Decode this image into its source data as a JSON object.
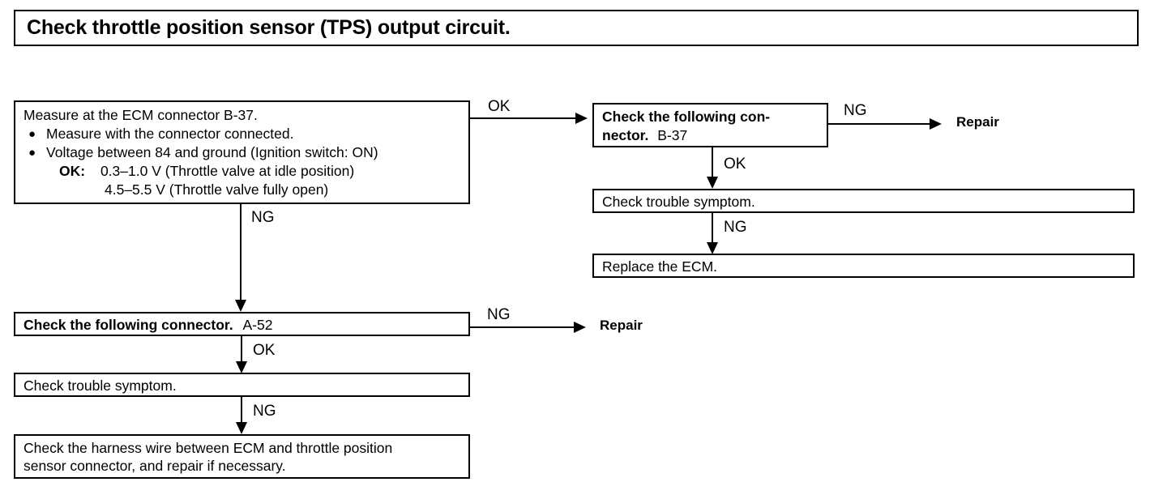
{
  "title": {
    "text": "Check throttle position sensor (TPS) output circuit."
  },
  "boxes": {
    "measure": {
      "heading": "Measure at the ECM connector B-37.",
      "bullet1": "Measure with the connector connected.",
      "bullet2": "Voltage between 84 and ground (Ignition switch: ON)",
      "ok_label": "OK:",
      "ok_value1": "0.3–1.0 V (Throttle valve at idle position)",
      "ok_value2": "4.5–5.5 V (Throttle valve fully open)",
      "bullet_glyph": "●"
    },
    "connector_b37": {
      "line1": "Check  the  following  con-",
      "line2_bold": "nector.",
      "line2_code": "B-37"
    },
    "trouble_symptom_right": {
      "text": "Check trouble symptom."
    },
    "replace_ecm": {
      "text": "Replace the ECM."
    },
    "connector_a52": {
      "bold": "Check  the  following  connector.",
      "code": "A-52"
    },
    "trouble_symptom_left": {
      "text": "Check  trouble  symptom."
    },
    "harness": {
      "line1": "Check the harness wire between ECM and throttle position",
      "line2": "sensor  connector,  and  repair  if  necessary."
    }
  },
  "edges": {
    "measure_ok": "OK",
    "measure_ng": "NG",
    "b37_ng": "NG",
    "b37_ok": "OK",
    "symptom_right_ng": "NG",
    "a52_ng": "NG",
    "a52_ok": "OK",
    "symptom_left_ng": "NG"
  },
  "terminals": {
    "repair_top": "Repair",
    "repair_bottom": "Repair"
  },
  "colors": {
    "ink": "#000000",
    "paper": "#ffffff"
  }
}
